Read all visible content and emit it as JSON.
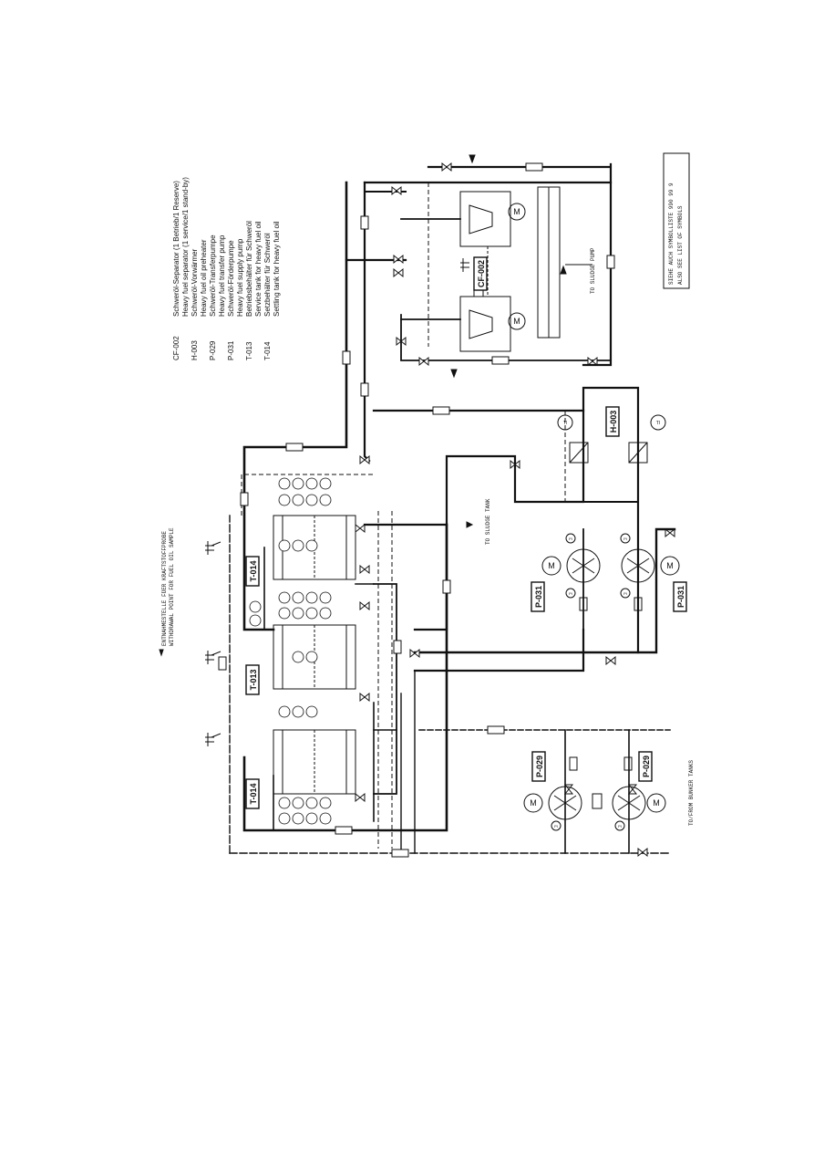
{
  "legend": [
    {
      "code": "CF-002",
      "de": "Schweröl-Separator (1 Betrieb/1 Reserve)",
      "en": "Heavy fuel separator (1 service/1 stand-by)"
    },
    {
      "code": "H-003",
      "de": "Schweröl-Vorwärmer",
      "en": "Heavy fuel oil preheater"
    },
    {
      "code": "P-029",
      "de": "Schweröl-Transferpumpe",
      "en": "Heavy fuel transfer pump"
    },
    {
      "code": "P-031",
      "de": "Schweröl-Förderpumpe",
      "en": "Heavy fuel supply pump"
    },
    {
      "code": "T-013",
      "de": "Betriebsbehälter für Schweröl",
      "en": "Service tank for heavy fuel oil"
    },
    {
      "code": "T-014",
      "de": "Setzbehälter für Schweröl",
      "en": "Settling tank for heavy fuel oil"
    }
  ],
  "reference": {
    "line1": "SIEHE AUCH SYMBOLLISTE 990 99 9",
    "line2": "ALSO SEE LIST OF SYMBOLS"
  },
  "withdrawal": {
    "de": "ENTNAHMESTELLE FÜER KRAFTSTOFFPROBE",
    "en": "WITHDRAWAL POINT FOR FUEL OIL SAMPLE"
  },
  "labels": {
    "sludge_pump": "TO SLUDGE PUMP",
    "sludge_tank": "TO SLUDGE TANK",
    "bunker": "TO/FROM BUNKER TANKS"
  },
  "equipment_tags": {
    "t014_a": "T-014",
    "t013": "T-013",
    "t014_b": "T-014",
    "cf002": "CF-002",
    "h003": "H-003",
    "p031_a": "P-031",
    "p031_b": "P-031",
    "p029_a": "P-029",
    "p029_b": "P-029"
  },
  "motor_symbol": "M",
  "gauge_symbol": "PI",
  "temp_symbol": "TI",
  "colors": {
    "ink": "#111111",
    "paper": "#ffffff"
  }
}
